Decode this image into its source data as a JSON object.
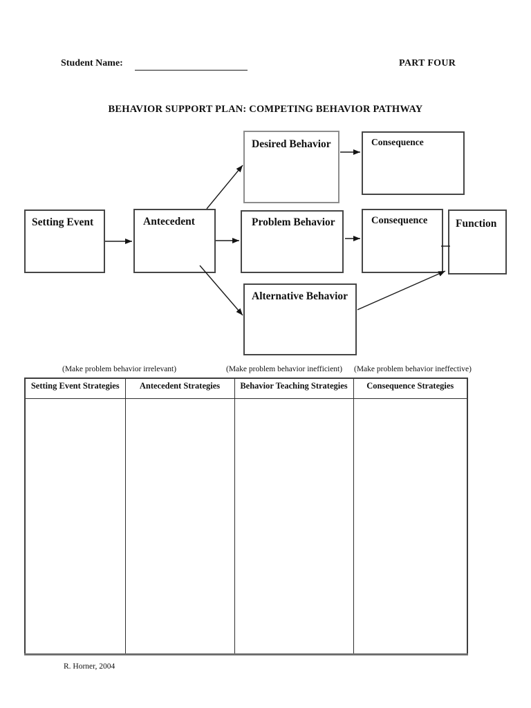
{
  "header": {
    "student_name_label": "Student Name:",
    "part_label": "PART FOUR"
  },
  "title": "BEHAVIOR SUPPORT PLAN: COMPETING BEHAVIOR PATHWAY",
  "diagram": {
    "setting_event": "Setting Event",
    "antecedent": "Antecedent",
    "desired_behavior": "Desired Behavior",
    "consequence_top": "Consequence",
    "problem_behavior": "Problem Behavior",
    "consequence_mid": "Consequence",
    "function": "Function",
    "alternative_behavior": "Alternative Behavior"
  },
  "annotations": [
    "(Make problem behavior irrelevant)",
    "(Make problem behavior inefficient)",
    "(Make problem behavior ineffective)"
  ],
  "table": {
    "headers": [
      "Setting Event Strategies",
      "Antecedent Strategies",
      "Behavior Teaching Strategies",
      "Consequence Strategies"
    ]
  },
  "footer": {
    "credit": "R. Horner, 2004"
  }
}
